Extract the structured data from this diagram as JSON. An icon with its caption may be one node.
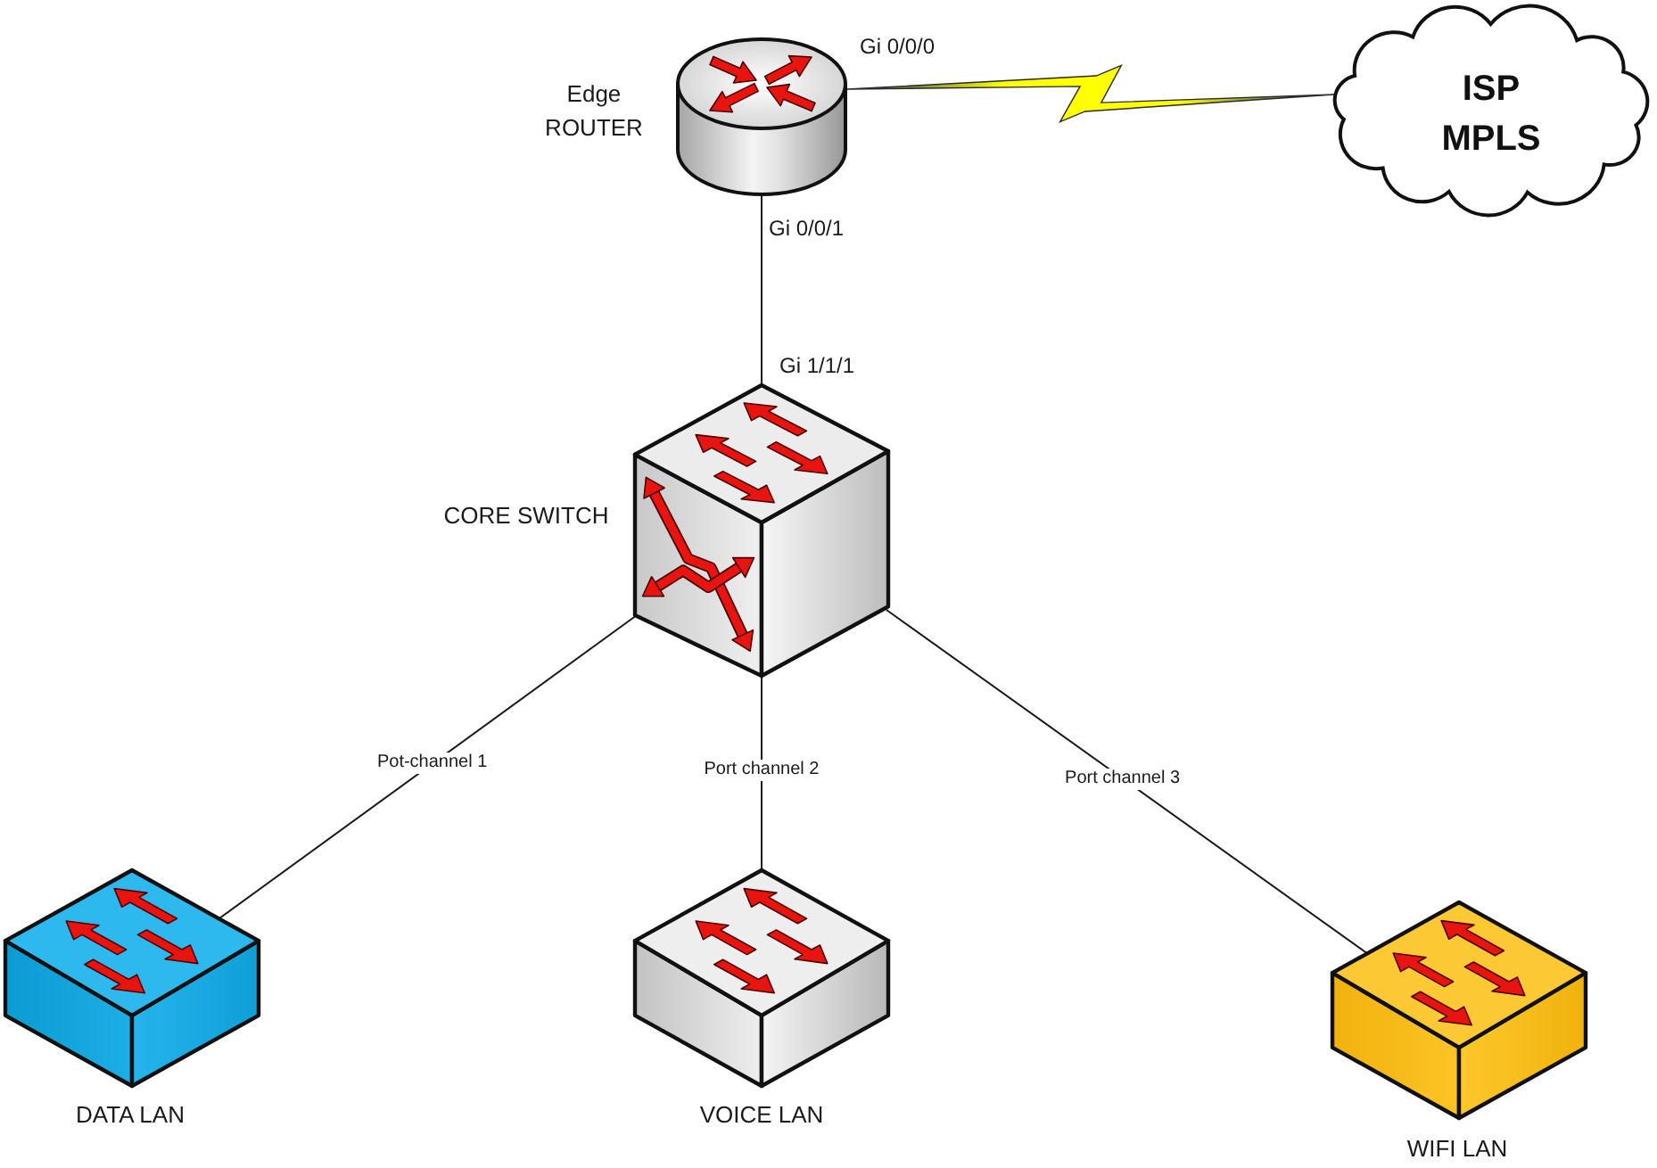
{
  "diagram": {
    "nodes": [
      {
        "text": [
          "Edge ROUTER"
        ]
      },
      {
        "text": [
          "ISP MPLS"
        ]
      },
      {
        "text": [
          "CORE SWITCH"
        ]
      },
      {
        "text": [
          "DATA LAN"
        ]
      },
      {
        "text": [
          "VOICE LAN"
        ]
      },
      {
        "text": [
          "WIFI LAN"
        ]
      }
    ],
    "edges": [
      {
        "from": 0,
        "to": 1,
        "arrow": "none",
        "style": "thick",
        "color": "#ffff00"
      },
      {
        "from": 0,
        "to": 2,
        "arrow": "none"
      },
      {
        "from": 2,
        "to": 3,
        "arrow": "none",
        "label": "Pot-channel 1"
      },
      {
        "from": 2,
        "to": 4,
        "arrow": "none",
        "label": "Port channel 2"
      },
      {
        "from": 2,
        "to": 5,
        "arrow": "none",
        "label": "Port channel 3"
      }
    ],
    "labels": [
      "Gi 0/0/0",
      "Gi 0/0/1",
      "Gi 1/1/1"
    ]
  }
}
